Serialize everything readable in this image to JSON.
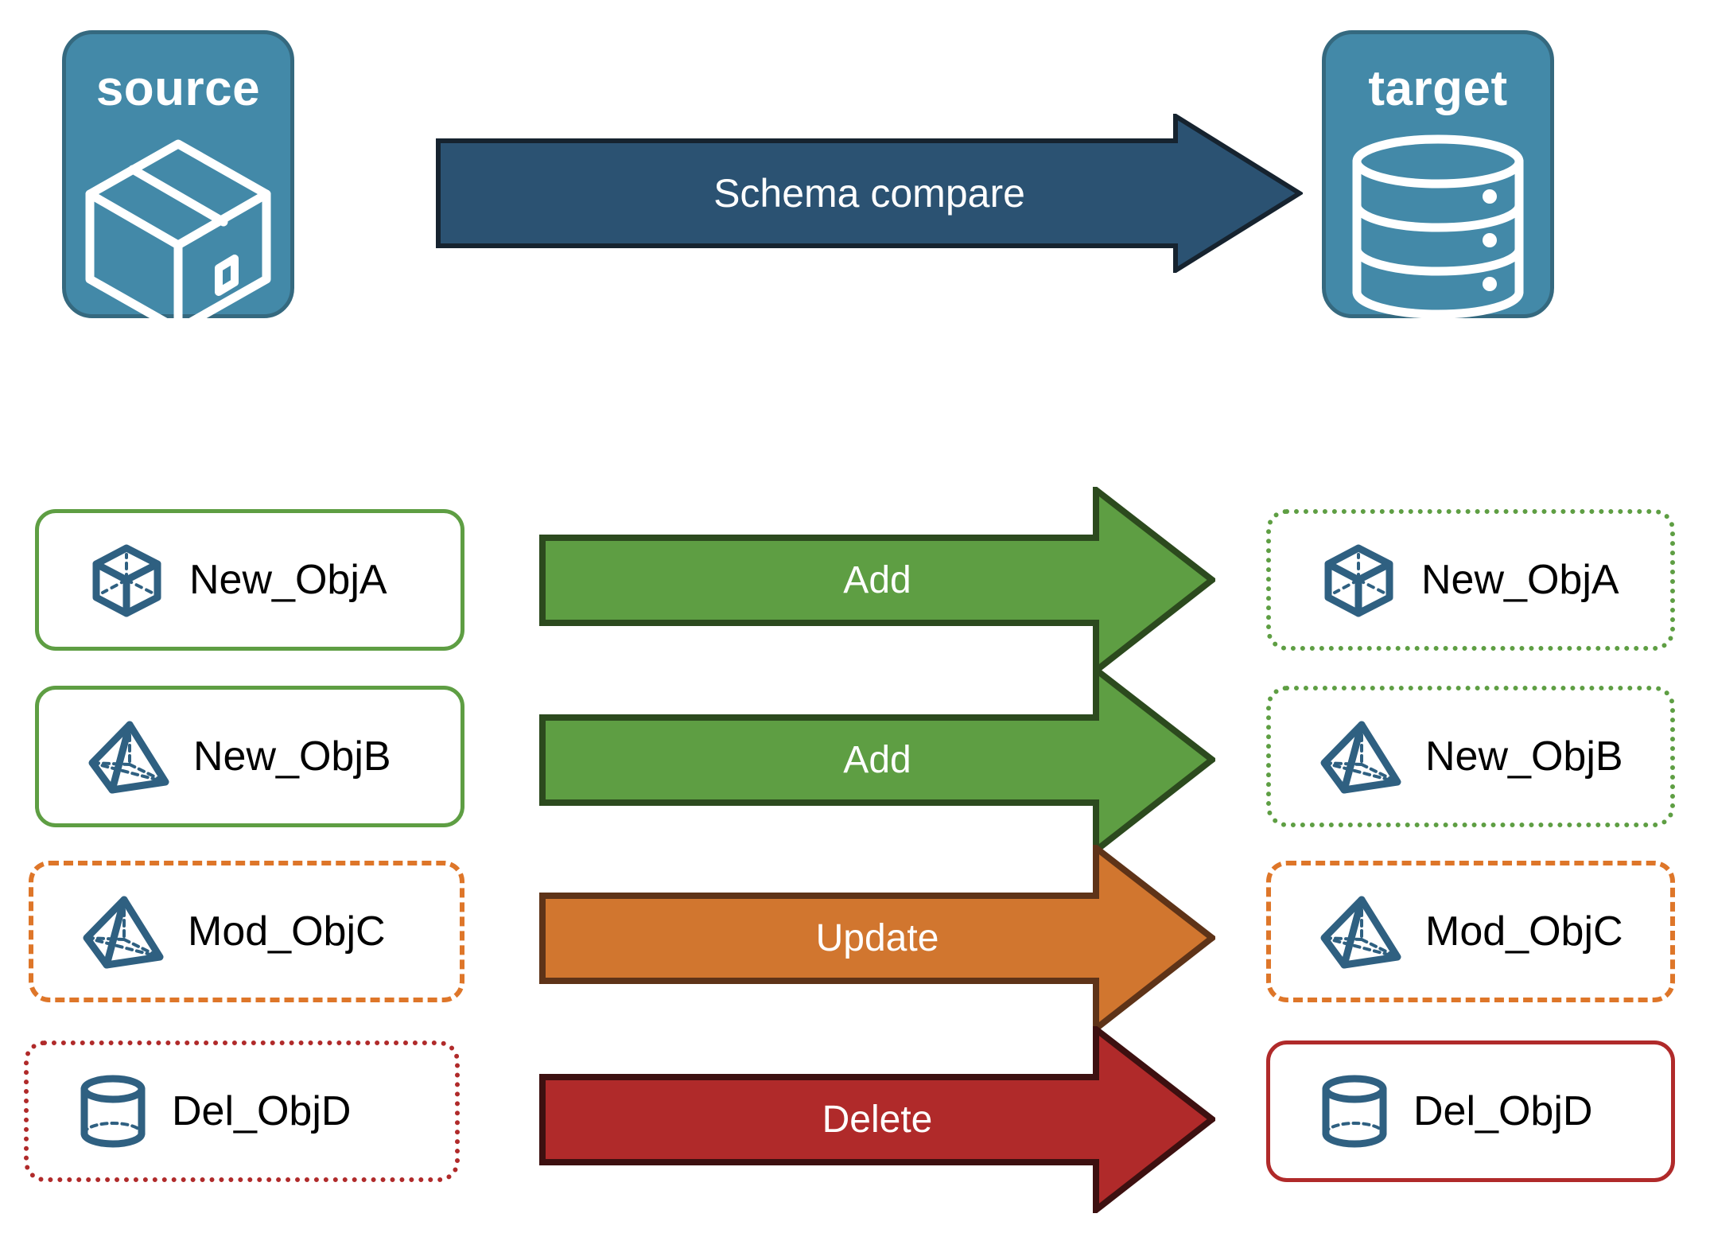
{
  "diagram": {
    "title_source": "source",
    "title_target": "target",
    "compare_arrow_label": "Schema compare"
  },
  "colors": {
    "endpoint_fill": "#4389A8",
    "endpoint_border": "#35697F",
    "compare_arrow_fill": "#2B5272",
    "compare_arrow_border": "#16232F",
    "add_fill": "#5E9E43",
    "add_border": "#2C4A1E",
    "update_fill": "#D1762F",
    "update_border": "#5E3318",
    "delete_fill": "#B02A2A",
    "delete_border": "#3D1010",
    "icon_blue": "#2F6081",
    "text_black": "#000000",
    "text_white": "#FFFFFF"
  },
  "endpoints": [
    {
      "name": "source",
      "label": "source",
      "icon": "package-box-icon"
    },
    {
      "name": "target",
      "label": "target",
      "icon": "database-cylinder-icon"
    }
  ],
  "rows": [
    {
      "action": "Add",
      "arrow_color_key": "add",
      "source": {
        "label": "New_ObjA",
        "icon": "wireframe-cube-icon",
        "border_style": "solid",
        "border_color": "#5E9E43"
      },
      "target": {
        "label": "New_ObjA",
        "icon": "wireframe-cube-icon",
        "border_style": "dotted",
        "border_color": "#5E9E43"
      }
    },
    {
      "action": "Add",
      "arrow_color_key": "add",
      "source": {
        "label": "New_ObjB",
        "icon": "wireframe-pyramid-icon",
        "border_style": "solid",
        "border_color": "#5E9E43"
      },
      "target": {
        "label": "New_ObjB",
        "icon": "wireframe-pyramid-icon",
        "border_style": "dotted",
        "border_color": "#5E9E43"
      }
    },
    {
      "action": "Update",
      "arrow_color_key": "update",
      "source": {
        "label": "Mod_ObjC",
        "icon": "wireframe-pyramid-icon",
        "border_style": "dashed",
        "border_color": "#DE7629"
      },
      "target": {
        "label": "Mod_ObjC",
        "icon": "wireframe-pyramid-icon",
        "border_style": "dashed",
        "border_color": "#DE7629"
      }
    },
    {
      "action": "Delete",
      "arrow_color_key": "delete",
      "source": {
        "label": "Del_ObjD",
        "icon": "wireframe-cylinder-icon",
        "border_style": "dotted",
        "border_color": "#B02A2A"
      },
      "target": {
        "label": "Del_ObjD",
        "icon": "wireframe-cylinder-icon",
        "border_style": "solid",
        "border_color": "#B02A2A"
      }
    }
  ]
}
